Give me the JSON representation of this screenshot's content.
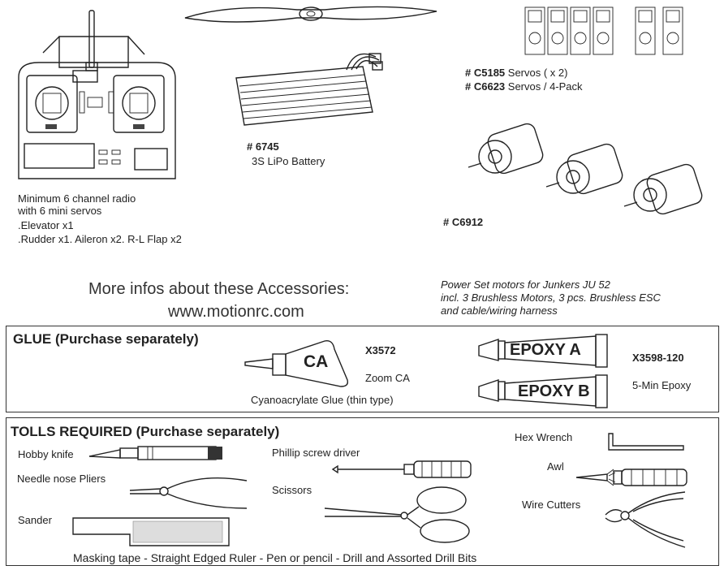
{
  "radio": {
    "line1": "Minimum 6 channel radio",
    "line2": "with 6  mini servos",
    "line3": ".Elevator x1",
    "line4": ".Rudder x1. Aileron x2. R-L Flap x2"
  },
  "battery": {
    "code": "# 6745",
    "label": "3S LiPo Battery"
  },
  "servos": {
    "code1": "# C5185",
    "label1": " Servos ( x 2)",
    "code2": "# C6623",
    "label2": " Servos / 4-Pack"
  },
  "motors": {
    "code": "# C6912",
    "desc1": "Power Set motors for Junkers JU 52",
    "desc2": "incl. 3 Brushless Motors, 3 pcs. Brushless ESC",
    "desc3": "and cable/wiring harness"
  },
  "info": {
    "line1": "More infos about these Accessories:",
    "line2": "www.motionrc.com"
  },
  "glue": {
    "header": "GLUE   (Purchase separately)",
    "ca_label": "CA",
    "ca_code": "X3572",
    "ca_name": "Zoom CA",
    "ca_desc": "Cyanoacrylate Glue (thin type)",
    "epoxy_a": "EPOXY A",
    "epoxy_b": "EPOXY B",
    "epoxy_code": "X3598-120",
    "epoxy_name": "5-Min Epoxy"
  },
  "tools": {
    "header": "TOLLS REQUIRED  (Purchase separately)",
    "hobby_knife": "Hobby knife",
    "pliers": "Needle nose Pliers",
    "sander": "Sander",
    "screwdriver": "Phillip screw driver",
    "scissors": "Scissors",
    "hex": "Hex Wrench",
    "awl": "Awl",
    "cutters": "Wire Cutters",
    "footer": "Masking tape - Straight Edged Ruler - Pen or pencil  - Drill and Assorted Drill Bits"
  }
}
